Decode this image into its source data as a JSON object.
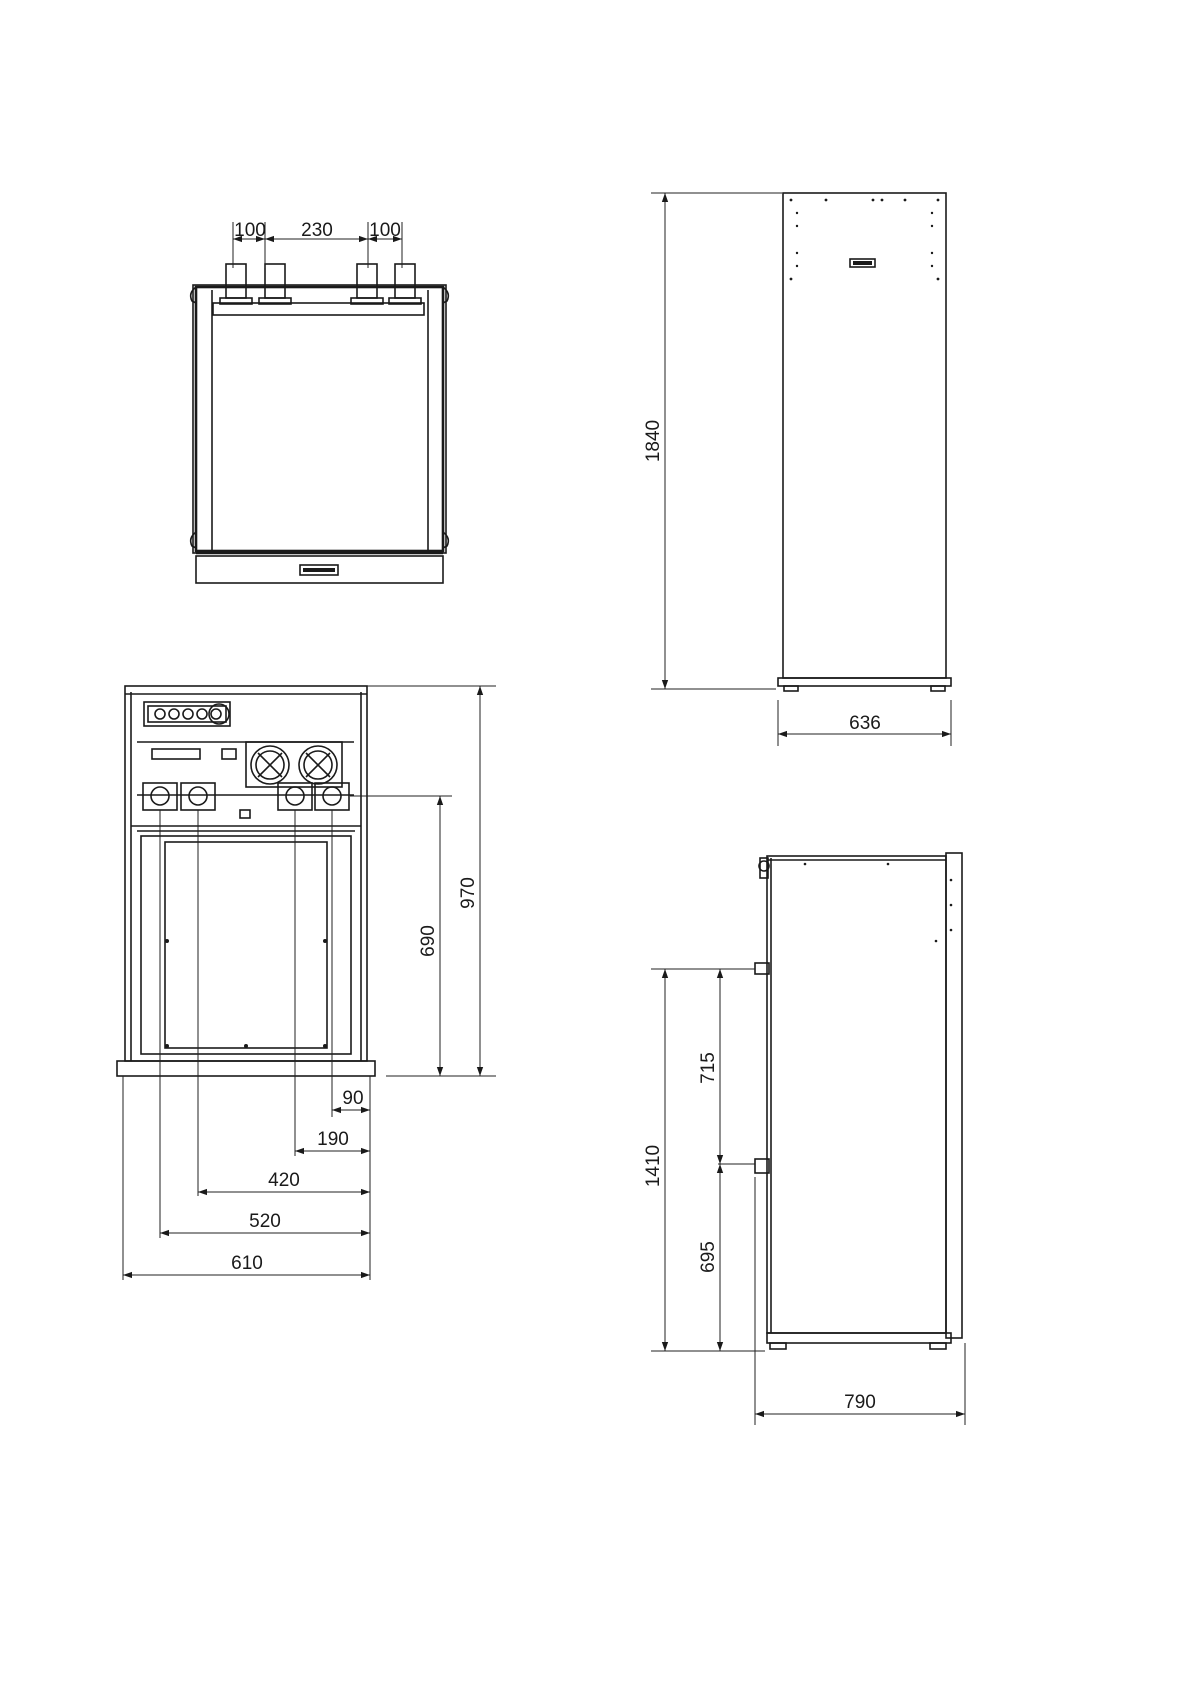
{
  "top_view": {
    "dim_left": "100",
    "dim_middle": "230",
    "dim_right": "100"
  },
  "front_view": {
    "dim_height": "1840",
    "dim_width": "636"
  },
  "internal_view": {
    "dim_total_height": "970",
    "dim_connection_height": "690",
    "dim_90": "90",
    "dim_190": "190",
    "dim_420": "420",
    "dim_520": "520",
    "dim_610": "610"
  },
  "side_view": {
    "dim_715": "715",
    "dim_1410": "1410",
    "dim_695": "695",
    "dim_790": "790"
  }
}
